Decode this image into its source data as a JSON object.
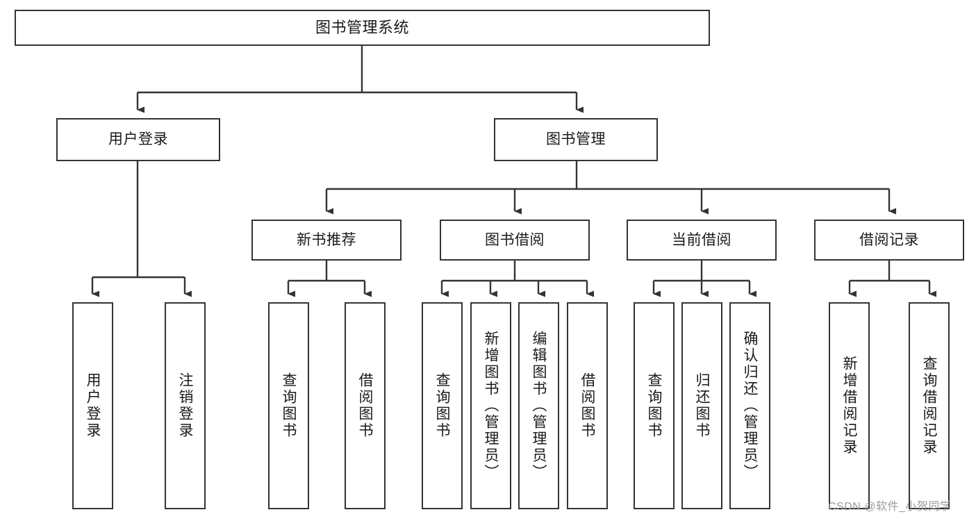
{
  "diagram": {
    "type": "hierarchy-tree",
    "title": "图书管理系统",
    "orientation": "top-down",
    "colors": {
      "box_border": "#333333",
      "box_fill": "#ffffff",
      "connector": "#333333",
      "text": "#1a1a1a",
      "watermark": "#9a9a9a",
      "background": "#ffffff"
    },
    "levels": {
      "root": "图书管理系统",
      "level2": [
        "用户登录",
        "图书管理"
      ],
      "level3": [
        "新书推荐",
        "图书借阅",
        "当前借阅",
        "借阅记录"
      ]
    },
    "nodes": {
      "root": {
        "label": "图书管理系统",
        "level": 1
      },
      "user_login": {
        "label": "用户登录",
        "level": 2
      },
      "book_manage": {
        "label": "图书管理",
        "level": 2
      },
      "new_book_rec": {
        "label": "新书推荐",
        "level": 3
      },
      "book_borrow": {
        "label": "图书借阅",
        "level": 3
      },
      "current_borrow": {
        "label": "当前借阅",
        "level": 3
      },
      "borrow_record": {
        "label": "借阅记录",
        "level": 3
      },
      "leaf_1": {
        "label": "用户登录",
        "parent": "用户登录",
        "level": 4
      },
      "leaf_2": {
        "label": "注销登录",
        "parent": "用户登录",
        "level": 4
      },
      "leaf_3": {
        "label": "查询图书",
        "parent": "新书推荐",
        "level": 4
      },
      "leaf_4": {
        "label": "借阅图书",
        "parent": "新书推荐",
        "level": 4
      },
      "leaf_5": {
        "label": "查询图书",
        "parent": "图书借阅",
        "level": 4
      },
      "leaf_6": {
        "label": "新增图书（管理员）",
        "parent": "图书借阅",
        "level": 4
      },
      "leaf_7": {
        "label": "编辑图书（管理员）",
        "parent": "图书借阅",
        "level": 4
      },
      "leaf_8": {
        "label": "借阅图书",
        "parent": "图书借阅",
        "level": 4
      },
      "leaf_9": {
        "label": "查询图书",
        "parent": "当前借阅",
        "level": 4
      },
      "leaf_10": {
        "label": "归还图书",
        "parent": "当前借阅",
        "level": 4
      },
      "leaf_11": {
        "label": "确认归还（管理员）",
        "parent": "当前借阅",
        "level": 4
      },
      "leaf_12": {
        "label": "新增借阅记录",
        "parent": "借阅记录",
        "level": 4
      },
      "leaf_13": {
        "label": "查询借阅记录",
        "parent": "借阅记录",
        "level": 4
      }
    },
    "edges": [
      {
        "from": "图书管理系统",
        "to": "用户登录"
      },
      {
        "from": "图书管理系统",
        "to": "图书管理"
      },
      {
        "from": "图书管理",
        "to": "新书推荐"
      },
      {
        "from": "图书管理",
        "to": "图书借阅"
      },
      {
        "from": "图书管理",
        "to": "当前借阅"
      },
      {
        "from": "图书管理",
        "to": "借阅记录"
      },
      {
        "from": "用户登录",
        "to": "用户登录"
      },
      {
        "from": "用户登录",
        "to": "注销登录"
      },
      {
        "from": "新书推荐",
        "to": "查询图书"
      },
      {
        "from": "新书推荐",
        "to": "借阅图书"
      },
      {
        "from": "图书借阅",
        "to": "查询图书"
      },
      {
        "from": "图书借阅",
        "to": "新增图书（管理员）"
      },
      {
        "from": "图书借阅",
        "to": "编辑图书（管理员）"
      },
      {
        "from": "图书借阅",
        "to": "借阅图书"
      },
      {
        "from": "当前借阅",
        "to": "查询图书"
      },
      {
        "from": "当前借阅",
        "to": "归还图书"
      },
      {
        "from": "当前借阅",
        "to": "确认归还（管理员）"
      },
      {
        "from": "借阅记录",
        "to": "新增借阅记录"
      },
      {
        "from": "借阅记录",
        "to": "查询借阅记录"
      }
    ]
  },
  "watermark": {
    "text": "CSDN @软件_小贺同学"
  }
}
